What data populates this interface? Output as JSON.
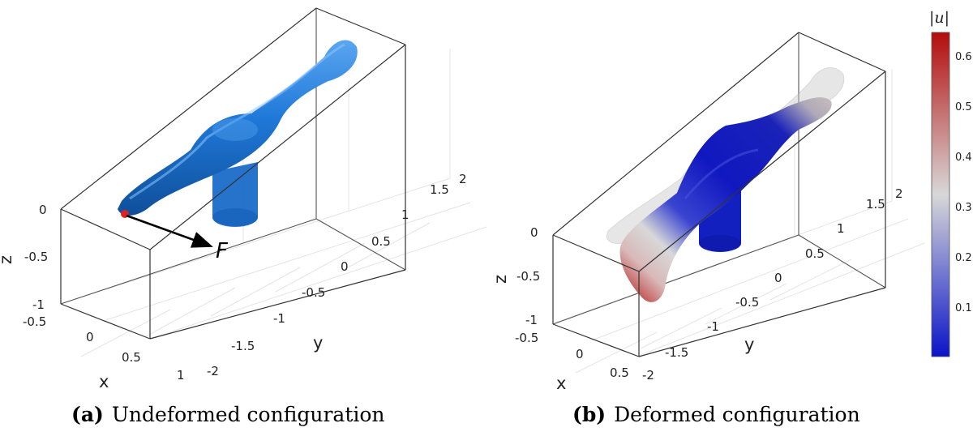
{
  "panel_a": {
    "caption_tag": "(a)",
    "caption_text": "Undeformed configuration",
    "z_label": "z",
    "x_label": "x",
    "y_label": "y",
    "force_label": "F",
    "z_ticks": [
      "0",
      "-0.5",
      "-1"
    ],
    "x_ticks": [
      "-0.5",
      "0",
      "0.5",
      "1"
    ],
    "y_ticks": [
      "2",
      "1.5",
      "1",
      "0.5",
      "0",
      "-0.5",
      "-1",
      "-1.5",
      "-2"
    ]
  },
  "panel_b": {
    "caption_tag": "(b)",
    "caption_text": "Deformed configuration",
    "z_label": "z",
    "x_label": "x",
    "y_label": "y",
    "z_ticks": [
      "0",
      "-0.5",
      "-1"
    ],
    "x_ticks": [
      "-0.5",
      "0",
      "0.5"
    ],
    "y_ticks": [
      "2",
      "1.5",
      "1",
      "0.5",
      "0",
      "-0.5",
      "-1",
      "-1.5",
      "-2"
    ]
  },
  "colorbar": {
    "title": "|u|",
    "ticks": [
      "0.6",
      "0.5",
      "0.4",
      "0.3",
      "0.2",
      "0.1"
    ],
    "color_low": "#0a14c8",
    "color_mid": "#d8d8d8",
    "color_high": "#b40c0c"
  },
  "colors": {
    "undeformed_surface": "#1f78d8",
    "force_point": "#e02020"
  }
}
